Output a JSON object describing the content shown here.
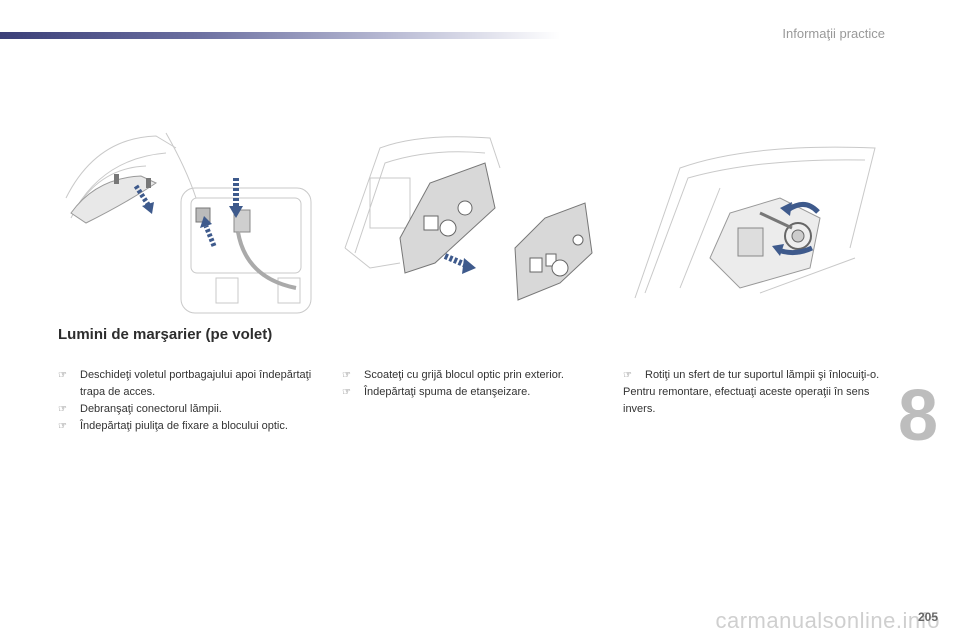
{
  "header": {
    "title": "Informaţii practice"
  },
  "section": {
    "title": "Lumini de marşarier (pe volet)"
  },
  "columns": {
    "col1": [
      "Deschideţi voletul portbagajului apoi îndepărtaţi trapa de acces.",
      "Debranşaţi conectorul lămpii.",
      "Îndepărtaţi piuliţa de fixare a blocului optic."
    ],
    "col2": [
      "Scoateţi cu grijă blocul optic prin exterior.",
      "Îndepărtaţi spuma de etanşeizare."
    ],
    "col3": {
      "bullets": [
        "Rotiţi un sfert de tur suportul lămpii şi înlocuiţi-o."
      ],
      "note": "Pentru remontare, efectuaţi aceste operaţii în sens invers."
    }
  },
  "icons": {
    "bullet": "pointing-hand-icon"
  },
  "chapter": {
    "number": "8"
  },
  "page": {
    "number": "205"
  },
  "watermark": {
    "text": "carmanualsonline.info"
  },
  "colors": {
    "accent": "#3b3f78",
    "arrow": "#3e5a8c"
  }
}
